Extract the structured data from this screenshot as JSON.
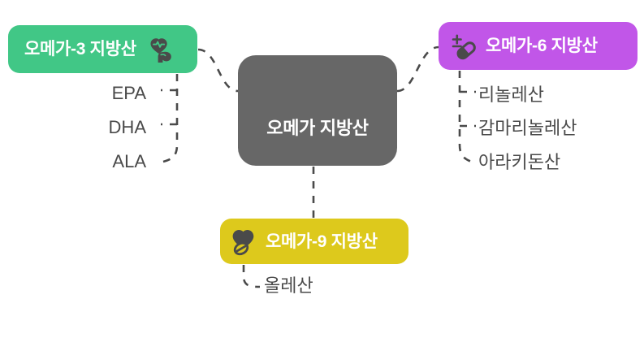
{
  "diagram": {
    "type": "mind-map",
    "title": "오메가 지방산",
    "background_color": "#ffffff",
    "center": {
      "label": "오메가 지방산",
      "color": "#676767",
      "text_color": "#ffffff"
    },
    "branches": [
      {
        "id": "omega3",
        "label": "오메가-3 지방산",
        "color": "#41c786",
        "text_color": "#ffffff",
        "icon": "heart-pulse-muscle-icon",
        "position": "left",
        "children": [
          {
            "label": "EPA"
          },
          {
            "label": "DHA"
          },
          {
            "label": "ALA"
          }
        ]
      },
      {
        "id": "omega6",
        "label": "오메가-6 지방산",
        "color": "#c156e8",
        "text_color": "#ffffff",
        "icon": "plus-minus-pill-icon",
        "position": "right",
        "children": [
          {
            "label": "리놀레산"
          },
          {
            "label": "감마리놀레산"
          },
          {
            "label": "아라키돈산"
          }
        ]
      },
      {
        "id": "omega9",
        "label": "오메가-9 지방산",
        "color": "#ddc91c",
        "text_color": "#ffffff",
        "icon": "heart-no-pill-icon",
        "position": "bottom",
        "children": [
          {
            "label": "올레산"
          }
        ]
      }
    ],
    "connector": {
      "style": "dashed",
      "color": "#4a4a4a"
    },
    "leaf_text_color": "#4a4a4a"
  }
}
